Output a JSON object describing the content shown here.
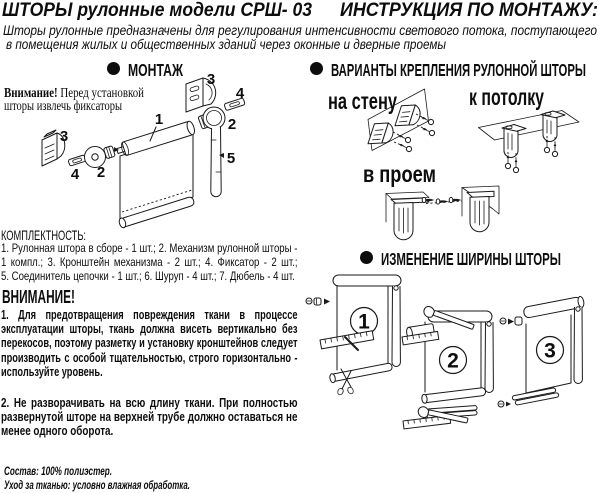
{
  "page": {
    "background": "#ffffff",
    "ink": "#0d0d0d"
  },
  "header": {
    "title_left": "ШТОРЫ рулонные модели СРШ- 03",
    "title_right": "ИНСТРУКЦИЯ ПО МОНТАЖУ:",
    "subtitle_line1": "Шторы рулонные предназначены для регулирования интенсивности светового потока, поступающего",
    "subtitle_line2": "в помещения жилых и общественных зданий через оконные и дверные проемы"
  },
  "sections": {
    "montazh": "МОНТАЖ",
    "variants": "ВАРИАНТЫ КРЕПЛЕНИЯ РУЛОННОЙ ШТОРЫ",
    "width_change": "ИЗМЕНЕНИЕ ШИРИНЫ ШТОРЫ"
  },
  "montazh_note": {
    "bold": "Внимание!",
    "line1_rest": " Перед установкой",
    "line2": "шторы извлечь фиксаторы"
  },
  "montazh_parts": {
    "n1": "1",
    "n2": "2",
    "n3": "3",
    "n4": "4",
    "n5": "5"
  },
  "variants_labels": {
    "wall": "на стену",
    "ceiling": "к потолку",
    "opening": "в проем"
  },
  "width_steps": {
    "s1": "1",
    "s2": "2",
    "s3": "3"
  },
  "komplekt": {
    "title": "КОМПЛЕКТНОСТЬ:",
    "lines": [
      "1. Рулонная штора в сборе - 1 шт.; 2. Механизм рулонной шторы -",
      "1 компл.; 3.  Кронштейн механизма - 2 шт.; 4. Фиксатор - 2 шт.;",
      "5. Соединитель цепочки - 1 шт.; 6. Шуруп - 4 шт.; 7. Дюбель - 4 шт."
    ]
  },
  "vnimanie": {
    "title": "ВНИМАНИЕ!",
    "p1_lines": [
      "1.  Для  предотвращения  повреждения  ткани  в  процессе",
      "эксплуатации шторы, ткань должна висеть вертикально без",
      "перекосов, поэтому разметку и установку кронштейнов следует",
      "производить с особой тщательностью, строго горизонтально -",
      "используйте уровень."
    ],
    "p2_lines": [
      "2.  Не разворачивать  на  всю  длину ткани. При полностью",
      "развернутой шторе на верхней трубе должно оставаться не",
      "менее одного оборота."
    ]
  },
  "footer": {
    "line1": "Состав: 100% полиэстер.",
    "line2": "Уход за тканью: условно влажная обработка."
  }
}
